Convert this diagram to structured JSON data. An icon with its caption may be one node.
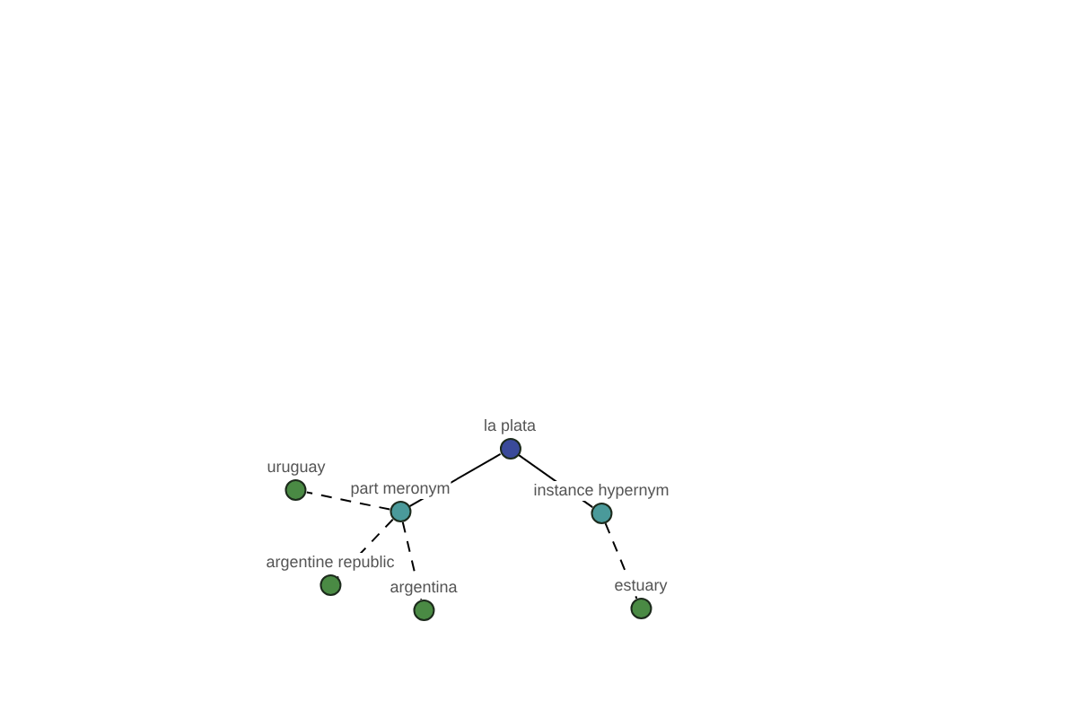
{
  "diagram": {
    "nodes": [
      {
        "text": [
          "la plata"
        ]
      },
      {
        "text": [
          "part meronym"
        ]
      },
      {
        "text": [
          "instance hypernym"
        ]
      },
      {
        "text": [
          "uruguay"
        ]
      },
      {
        "text": [
          "argentine republic"
        ]
      },
      {
        "text": [
          "argentina"
        ]
      },
      {
        "text": [
          "estuary"
        ]
      }
    ],
    "edges": [
      {
        "from": 0,
        "to": 1,
        "arrow": "none"
      },
      {
        "from": 0,
        "to": 2,
        "arrow": "none"
      },
      {
        "from": 1,
        "to": 3,
        "arrow": "none",
        "style": "dashed"
      },
      {
        "from": 1,
        "to": 4,
        "arrow": "none",
        "style": "dashed"
      },
      {
        "from": 1,
        "to": 5,
        "arrow": "none",
        "style": "dashed"
      },
      {
        "from": 2,
        "to": 6,
        "arrow": "none",
        "style": "dashed"
      }
    ]
  }
}
